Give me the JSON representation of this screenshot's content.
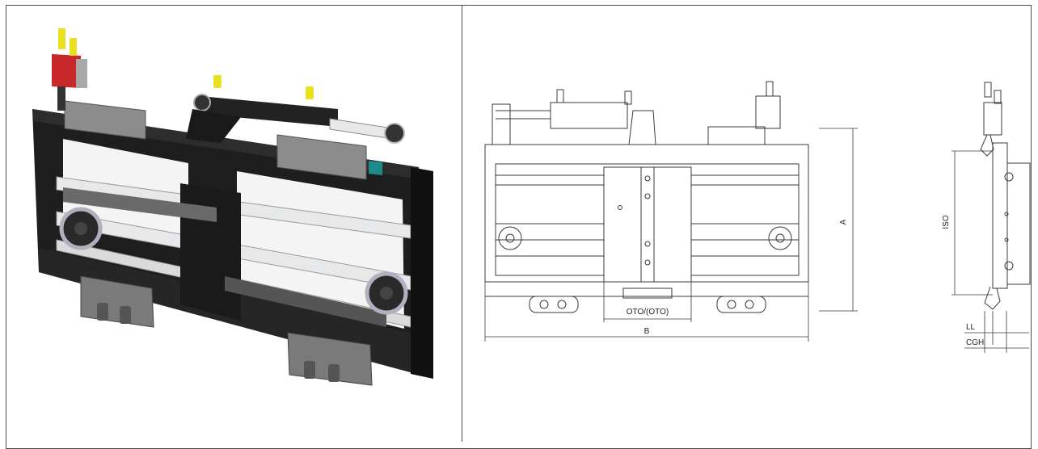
{
  "drawing": {
    "dim_a": "A",
    "dim_b": "B",
    "dim_oto": "OTO/(OTO)",
    "dim_iso": "ISO",
    "dim_ll": "LL",
    "dim_cgh": "CGH"
  },
  "colors": {
    "frame_black": "#1e1e1e",
    "housing_grey": "#8c8c8c",
    "cylinder_black": "#222222",
    "valve_red": "#c8282a",
    "fitting_yellow": "#e8e020",
    "tube_white": "#e6e8ea",
    "line_color": "#3a3a3a"
  }
}
